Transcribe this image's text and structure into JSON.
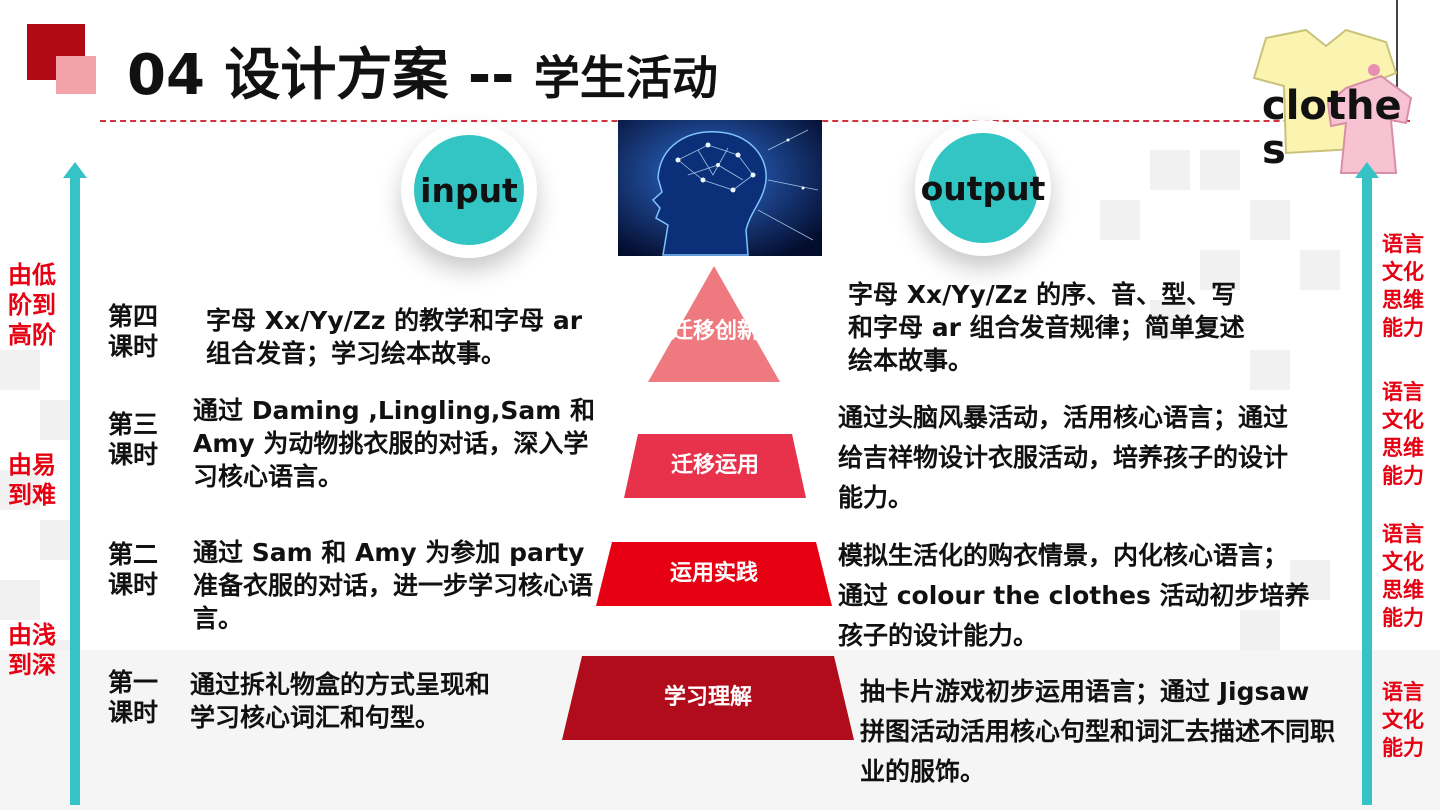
{
  "header": {
    "title_main": "04  设计方案 -- ",
    "title_sub": "学生活动",
    "clothes_word": "clothes"
  },
  "columns": {
    "input_label": "input",
    "output_label": "output"
  },
  "left_progression": [
    "由低阶到高阶",
    "由易到难",
    "由浅到深"
  ],
  "right_competencies": [
    "语言文化思维能力",
    "语言文化思维能力",
    "语言文化思维能力",
    "语言文化能力"
  ],
  "lessons": [
    {
      "name": "第四课时",
      "input": "字母 Xx/Yy/Zz 的教学和字母 ar 组合发音；学习绘本故事。",
      "tier": "迁移创新",
      "output": "字母 Xx/Yy/Zz 的序、音、型、写和字母 ar 组合发音规律；简单复述绘本故事。"
    },
    {
      "name": "第三课时",
      "input": "通过 Daming ,Lingling,Sam 和 Amy 为动物挑衣服的对话，深入学习核心语言。",
      "tier": "迁移运用",
      "output": "通过头脑风暴活动，活用核心语言；通过给吉祥物设计衣服活动，培养孩子的设计能力。"
    },
    {
      "name": "第二课时",
      "input": "通过 Sam  和 Amy 为参加 party 准备衣服的对话，进一步学习核心语言。",
      "tier": "运用实践",
      "output": "模拟生活化的购衣情景，内化核心语言；通过 colour the clothes 活动初步培养孩子的设计能力。"
    },
    {
      "name": "第一课时",
      "input": "通过拆礼物盒的方式呈现和学习核心词汇和句型。",
      "tier": "学习理解",
      "output": "抽卡片游戏初步运用语言；通过 Jigsaw 拼图活动活用核心句型和词汇去描述不同职业的服饰。"
    }
  ],
  "colors": {
    "accent_red": "#e60012",
    "teal": "#33c4c4",
    "tier1": "#ee7a7f",
    "tier2": "#e8314a",
    "tier3": "#e60012",
    "tier4": "#b10c1c"
  }
}
